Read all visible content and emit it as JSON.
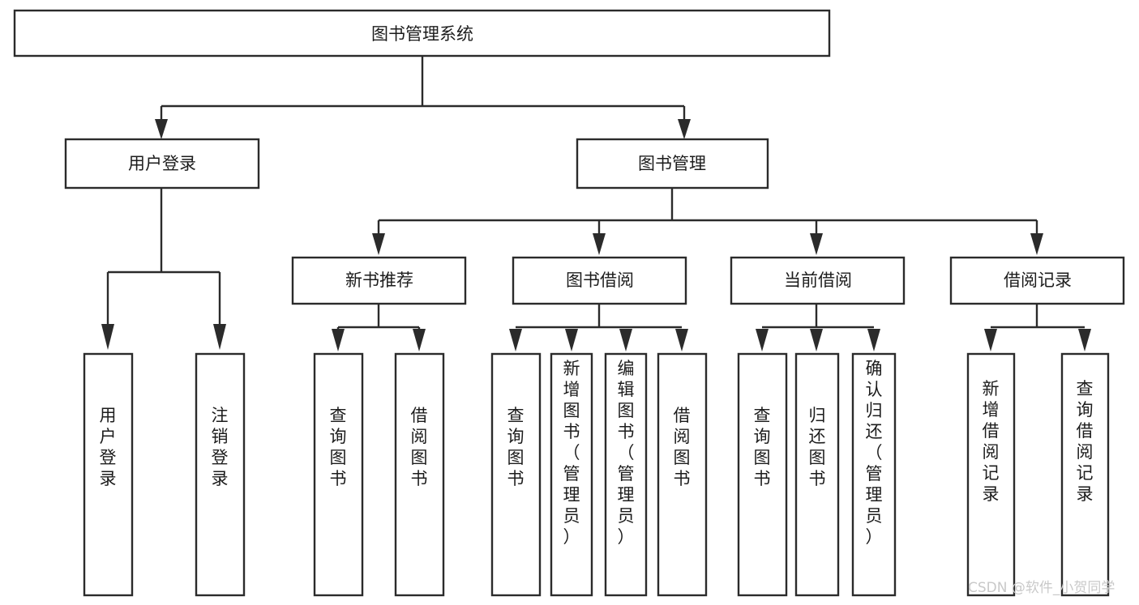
{
  "diagram": {
    "type": "tree-hierarchy",
    "title": "图书管理系统",
    "background_color": "#ffffff",
    "line_color": "#2b2b2b",
    "text_color": "#1c1c1c",
    "watermark": "CSDN @软件_小贺同学",
    "watermark_color": "#c9c9c9"
  },
  "nodes": {
    "root": {
      "label": "图书管理系统",
      "orientation": "horizontal"
    },
    "level2": [
      {
        "id": "user-login",
        "label": "用户登录",
        "orientation": "horizontal"
      },
      {
        "id": "book-management",
        "label": "图书管理",
        "orientation": "horizontal"
      }
    ],
    "level3": [
      {
        "id": "new-book-recommend",
        "label": "新书推荐",
        "orientation": "horizontal"
      },
      {
        "id": "book-borrow",
        "label": "图书借阅",
        "orientation": "horizontal"
      },
      {
        "id": "current-borrow",
        "label": "当前借阅",
        "orientation": "horizontal"
      },
      {
        "id": "borrow-record",
        "label": "借阅记录",
        "orientation": "horizontal"
      }
    ],
    "leaves": [
      {
        "id": "leaf-user-login",
        "label": "用户登录",
        "orientation": "vertical",
        "parent": "user-login"
      },
      {
        "id": "leaf-logout-login",
        "label": "注销登录",
        "orientation": "vertical",
        "parent": "user-login"
      },
      {
        "id": "leaf-query-book-1",
        "label": "查询图书",
        "orientation": "vertical",
        "parent": "new-book-recommend"
      },
      {
        "id": "leaf-borrow-book-1",
        "label": "借阅图书",
        "orientation": "vertical",
        "parent": "new-book-recommend"
      },
      {
        "id": "leaf-query-book-2",
        "label": "查询图书",
        "orientation": "vertical",
        "parent": "book-borrow"
      },
      {
        "id": "leaf-add-book-admin",
        "label": "新增图书（管理员）",
        "orientation": "vertical",
        "parent": "book-borrow"
      },
      {
        "id": "leaf-edit-book-admin",
        "label": "编辑图书（管理员）",
        "orientation": "vertical",
        "parent": "book-borrow"
      },
      {
        "id": "leaf-borrow-book-2",
        "label": "借阅图书",
        "orientation": "vertical",
        "parent": "book-borrow"
      },
      {
        "id": "leaf-query-book-3",
        "label": "查询图书",
        "orientation": "vertical",
        "parent": "current-borrow"
      },
      {
        "id": "leaf-return-book",
        "label": "归还图书",
        "orientation": "vertical",
        "parent": "current-borrow"
      },
      {
        "id": "leaf-confirm-return-admin",
        "label": "确认归还（管理员）",
        "orientation": "vertical",
        "parent": "current-borrow"
      },
      {
        "id": "leaf-add-borrow-record",
        "label": "新增借阅记录",
        "orientation": "vertical",
        "parent": "borrow-record"
      },
      {
        "id": "leaf-query-borrow-record",
        "label": "查询借阅记录",
        "orientation": "vertical",
        "parent": "borrow-record"
      }
    ]
  }
}
